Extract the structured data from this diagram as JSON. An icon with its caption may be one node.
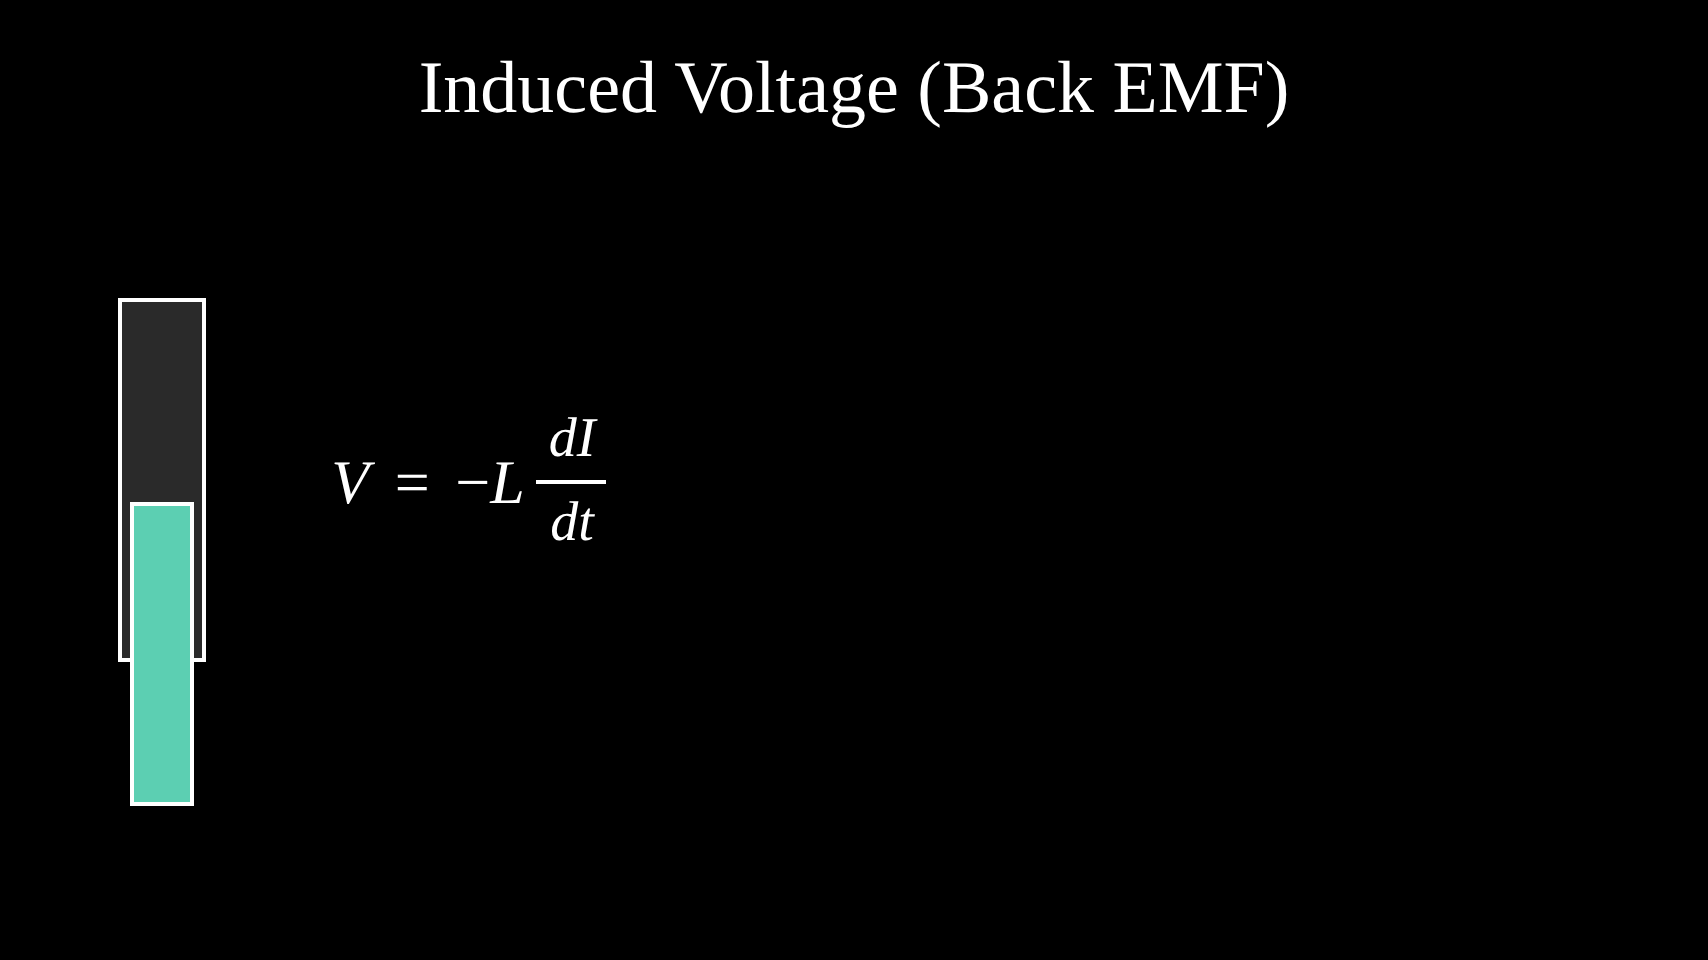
{
  "diagram": {
    "title": "Induced Voltage (Back EMF)",
    "labels": [
      "*V* = −*L*",
      "dI",
      "dt"
    ]
  }
}
